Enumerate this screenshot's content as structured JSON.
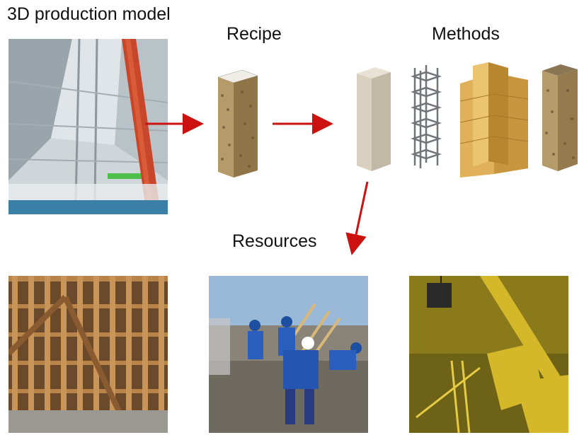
{
  "labels": {
    "model": "3D production model",
    "recipe": "Recipe",
    "methods": "Methods",
    "resources": "Resources"
  },
  "colors": {
    "arrow": "#cc1111",
    "timber": "#d9a84a",
    "rebar": "#707478",
    "concrete": "#d8cfbf",
    "steel_beam": "#c8462a",
    "crane_yellow": "#d4b82a"
  },
  "illustrations": [
    "3d-building-model-render",
    "recipe-column",
    "concrete-column",
    "rebar-cage",
    "formwork",
    "finished-column",
    "formwork-wall-photo",
    "workers-pouring-concrete-photo",
    "tower-crane-photo"
  ]
}
